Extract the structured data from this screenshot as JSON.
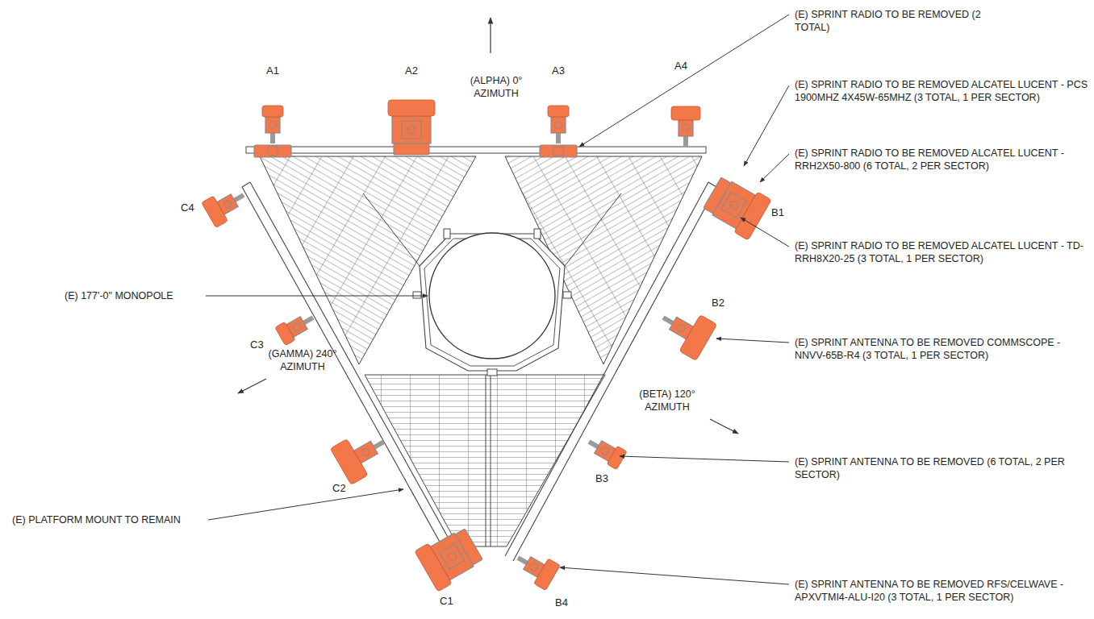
{
  "diagram": {
    "labels": [
      "(E) SPRINT RADIO TO BE REMOVED (2 TOTAL)",
      "A1",
      "A2",
      "(ALPHA) 0° AZIMUTH",
      "A3",
      "A4",
      "(E) SPRINT RADIO TO BE REMOVED ALCATEL LUCENT - PCS 1900MHZ 4X45W-65MHZ (3 TOTAL, 1 PER SECTOR)",
      "(E) SPRINT RADIO TO BE REMOVED ALCATEL LUCENT - RRH2X50-800 (6 TOTAL, 2 PER SECTOR)",
      "C4",
      "B1",
      "(E) SPRINT RADIO TO BE REMOVED ALCATEL LUCENT - TD-RRH8X20-25 (3 TOTAL, 1 PER SECTOR)",
      "(E) 177'-0\" MONOPOLE",
      "B2",
      "C3",
      "(E) SPRINT ANTENNA TO BE REMOVED COMMSCOPE - NNVV-65B-R4 (3 TOTAL, 1 PER SECTOR)",
      "(GAMMA) 240° AZIMUTH",
      "(BETA) 120° AZIMUTH",
      "(E) SPRINT ANTENNA TO BE REMOVED (6 TOTAL, 2 PER SECTOR)",
      "B3",
      "C2",
      "(E) PLATFORM MOUNT TO REMAIN",
      "C1",
      "B4",
      "(E) SPRINT ANTENNA TO BE REMOVED RFS/CELWAVE - APXVTMI4-ALU-I20 (3 TOTAL, 1 PER SECTOR)"
    ]
  }
}
